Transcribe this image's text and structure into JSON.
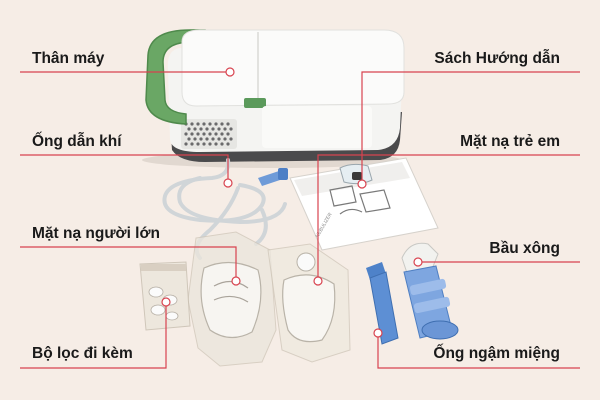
{
  "colors": {
    "background": "#f6ede6",
    "leader_line": "#d8434f",
    "leader_dot": "#ffffff",
    "label_text": "#1a1a1a",
    "device_body": "#f2f2f0",
    "device_accent": "#5b9a5b",
    "tube": "#dfe3e6",
    "blue_parts": "#5d8fd4"
  },
  "labels": {
    "than_may": "Thân máy",
    "ong_dan_khi": "Ống dẫn khí",
    "mat_na_nguoi_lon": "Mặt nạ người lớn",
    "bo_loc": "Bộ lọc đi kèm",
    "sach_huong_dan": "Sách Hướng dẫn",
    "mat_na_tre_em": "Mặt nạ trẻ em",
    "bau_xong": "Bầu xông",
    "ong_ngam_mieng": "Ống ngậm miệng"
  }
}
